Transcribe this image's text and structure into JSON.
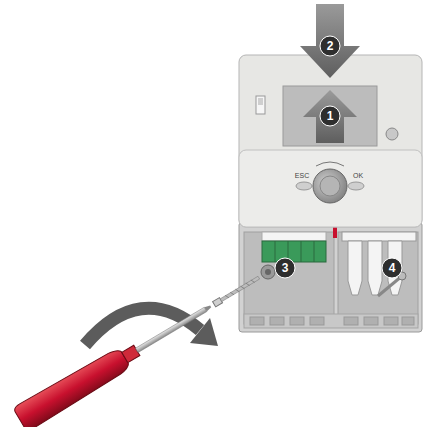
{
  "diagram": {
    "labels": [
      "1",
      "2",
      "3",
      "4",
      "ESC",
      "OK"
    ]
  }
}
